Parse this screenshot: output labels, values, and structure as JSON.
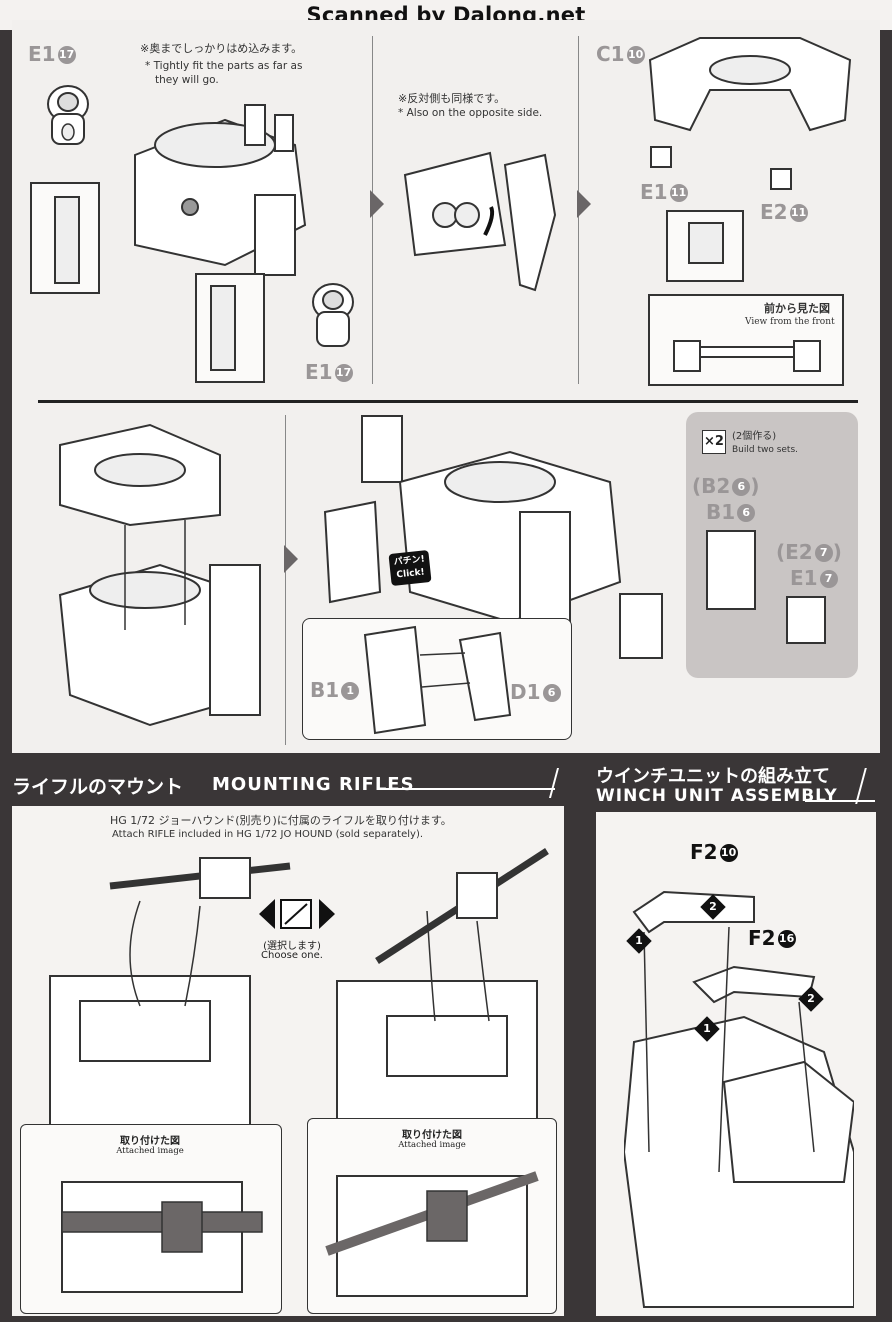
{
  "header": {
    "scan_credit": "Scanned by Dalong.net"
  },
  "step1": {
    "label_e1_top": "E1",
    "num_e1_top": "17",
    "note_jp": "※奥までしっかりはめ込みます。",
    "note_en_1": "* Tightly fit the parts as far as",
    "note_en_2": "they will go.",
    "label_e1_bottom": "E1",
    "num_e1_bottom": "17"
  },
  "step2": {
    "note_jp": "※反対側も同様です。",
    "note_en": "* Also on the opposite side."
  },
  "step3": {
    "label_c1": "C1",
    "num_c1": "10",
    "label_e1": "E1",
    "num_e1": "11",
    "label_e2": "E2",
    "num_e2": "11",
    "view_jp": "前から見た図",
    "view_en": "View from the front"
  },
  "step5": {
    "click_jp": "パチン!",
    "click_en": "Click!",
    "label_b1": "B1",
    "num_b1": "1",
    "label_d1": "D1",
    "num_d1": "6"
  },
  "sub_assembly": {
    "x2_label": "×2",
    "build_jp": "(2個作る)",
    "build_en": "Build two sets.",
    "label_b2": "(B2",
    "num_b2": "6",
    "label_b2_close": ")",
    "label_b1": "B1",
    "num_b1": "6",
    "label_e2": "(E2",
    "num_e2": "7",
    "label_e2_close": ")",
    "label_e1": "E1",
    "num_e1": "7"
  },
  "rifles_section": {
    "title_jp": "ライフルのマウント",
    "title_en": "MOUNTING RIFLES",
    "note_jp": "HG 1/72 ジョーハウンド(別売り)に付属のライフルを取り付けます。",
    "note_en": "Attach RIFLE included in HG 1/72 JO HOUND (sold separately).",
    "choose_jp": "(選択します)",
    "choose_en": "Choose one.",
    "attached_jp_1": "取り付けた図",
    "attached_en_1": "Attached image",
    "attached_jp_2": "取り付けた図",
    "attached_en_2": "Attached image"
  },
  "winch_section": {
    "title_jp": "ウインチユニットの組み立て",
    "title_en": "WINCH UNIT ASSEMBLY",
    "label_f2_a": "F2",
    "num_f2_a": "10",
    "label_f2_b": "F2",
    "num_f2_b": "16",
    "step_1a": "1",
    "step_2a": "2",
    "step_1b": "1",
    "step_2b": "2"
  },
  "colors": {
    "background": "#3a3637",
    "sheet": "#f2f0ee",
    "label_gray": "#9a9697",
    "sub_panel": "#c9c5c4"
  }
}
